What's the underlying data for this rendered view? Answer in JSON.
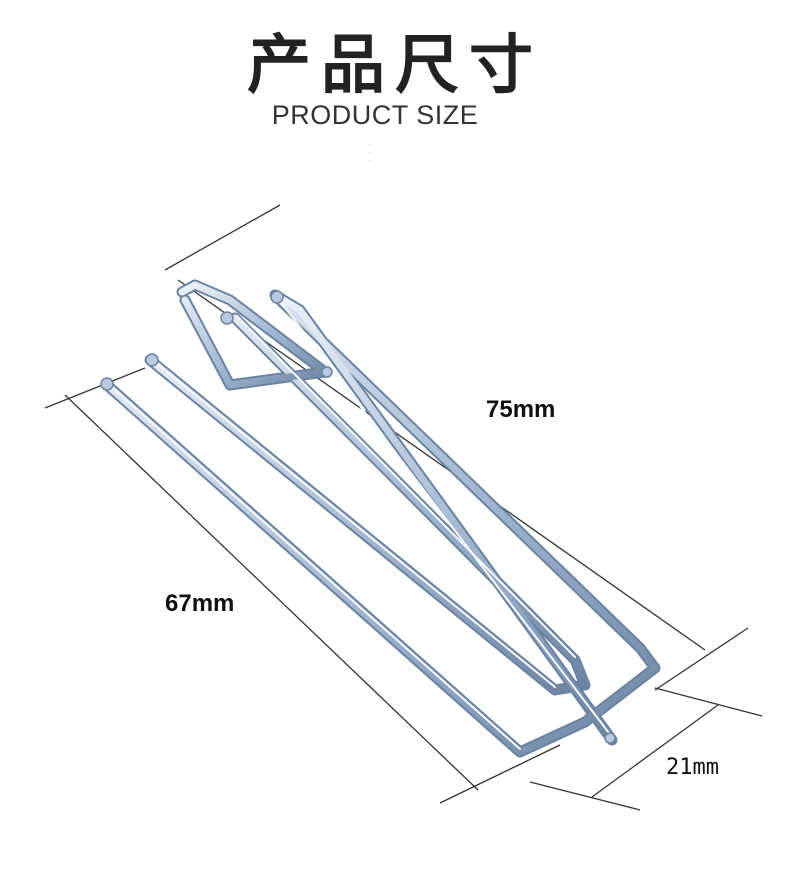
{
  "header": {
    "title_cn": "产品尺寸",
    "title_en": "PRODUCT SIZE",
    "fine_print": [
      "…",
      "…",
      "…"
    ]
  },
  "dimensions": {
    "length": "75mm",
    "height": "67mm",
    "width": "21mm"
  },
  "colors": {
    "wire_light": "#dfe8f3",
    "wire_mid": "#9fb5cf",
    "wire_dark": "#5f7796",
    "dim_line": "#333333"
  }
}
